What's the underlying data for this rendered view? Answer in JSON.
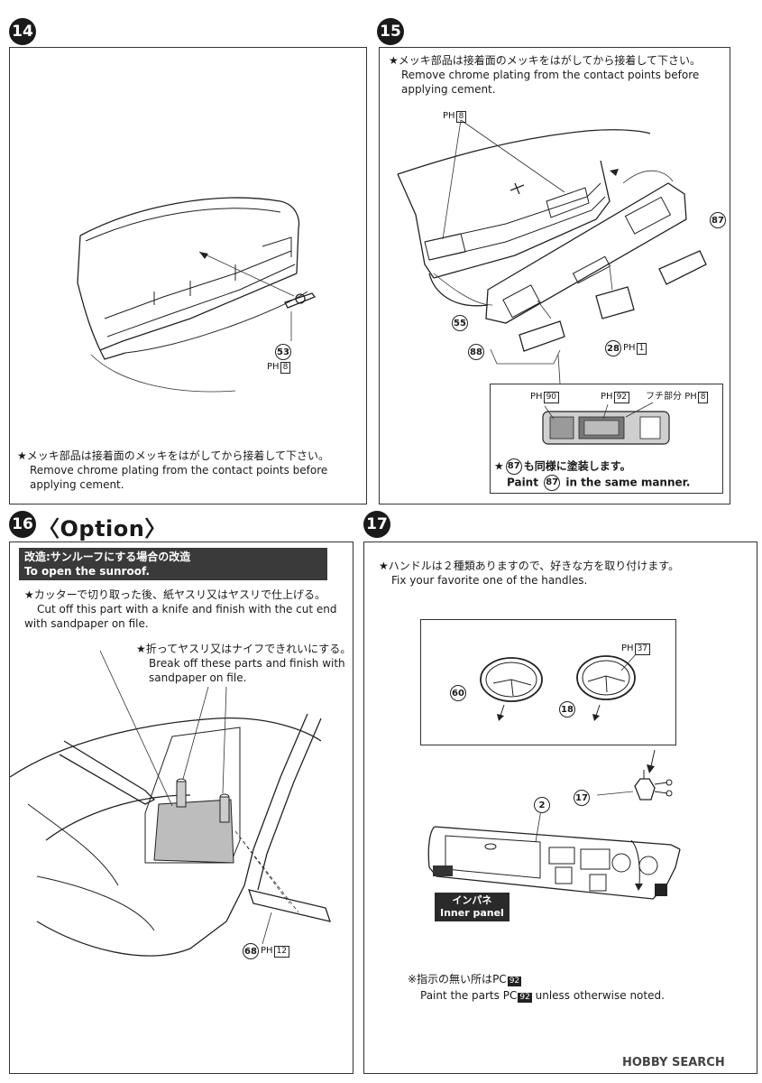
{
  "steps": {
    "s14": {
      "number": "14",
      "note_jp": "★メッキ部品は接着面のメッキをはがしてから接着して下さい。",
      "note_en1": "Remove chrome plating from the contact points before",
      "note_en2": "applying cement.",
      "part_53": "53",
      "part_53_code": "PH",
      "part_53_color": "8"
    },
    "s15": {
      "number": "15",
      "note_jp": "★メッキ部品は接着面のメッキをはがしてから接着して下さい。",
      "note_en1": "Remove chrome plating from the contact points before",
      "note_en2": "applying cement.",
      "label_ph8_code": "PH",
      "label_ph8_color": "8",
      "part_87": "87",
      "part_55": "55",
      "part_88": "88",
      "part_28": "28",
      "part_28_code": "PH",
      "part_28_color": "1",
      "inset_ph90_code": "PH",
      "inset_ph90_color": "90",
      "inset_ph92_code": "PH",
      "inset_ph92_color": "92",
      "inset_fuchi": "フチ部分",
      "inset_fuchi_code": "PH",
      "inset_fuchi_color": "8",
      "inset_note_jp_pre": "★",
      "inset_note_part": "87",
      "inset_note_jp_post": "も同様に塗装します。",
      "inset_note_en_pre": "Paint",
      "inset_note_en_part": "87",
      "inset_note_en_post": "in the same manner."
    },
    "s16": {
      "number": "16",
      "title": "〈Option〉",
      "banner_jp": "改造:サンルーフにする場合の改造",
      "banner_en": "To open the sunroof.",
      "note1_jp": "★カッターで切り取った後、紙ヤスリ又はヤスリで仕上げる。",
      "note1_en1": "Cut off this part with a knife and finish with the cut end",
      "note1_en2": "with sandpaper on file.",
      "note2_jp": "★折ってヤスリ又はナイフできれいにする。",
      "note2_en1": "Break off these parts and finish with",
      "note2_en2": "sandpaper on file.",
      "part_68": "68",
      "part_68_code": "PH",
      "part_68_color": "12"
    },
    "s17": {
      "number": "17",
      "note_jp": "★ハンドルは２種類ありますので、好きな方を取り付けます。",
      "note_en": "Fix your favorite one of the handles.",
      "part_60": "60",
      "part_18": "18",
      "part_18_code": "PH",
      "part_18_color": "37",
      "part_17": "17",
      "part_2": "2",
      "tag_jp": "インパネ",
      "tag_en": "Inner panel",
      "foot_jp_pre": "※指示の無い所は",
      "foot_jp_code": "PC",
      "foot_jp_color": "92",
      "foot_en_pre": "Paint the parts",
      "foot_en_code": "PC",
      "foot_en_color": "92",
      "foot_en_post": "unless otherwise noted."
    }
  },
  "watermark": "HOBBY SEARCH"
}
